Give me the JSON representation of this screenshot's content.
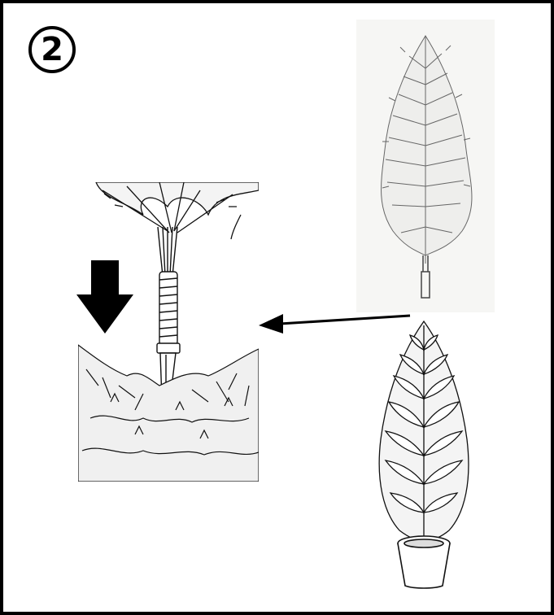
{
  "step": {
    "number": "2"
  },
  "colors": {
    "ink": "#000000",
    "paper": "#ffffff",
    "sketch_bg": "#f6f6f4",
    "sketch_ink": "#555555"
  },
  "icons": {
    "badge": "circled-number",
    "down_arrow": "down-arrow-icon",
    "pointer_arrow": "left-arrow"
  },
  "illustrations": [
    "tree-sketch",
    "tree-stem-insertion-closeup",
    "potted-plant"
  ]
}
